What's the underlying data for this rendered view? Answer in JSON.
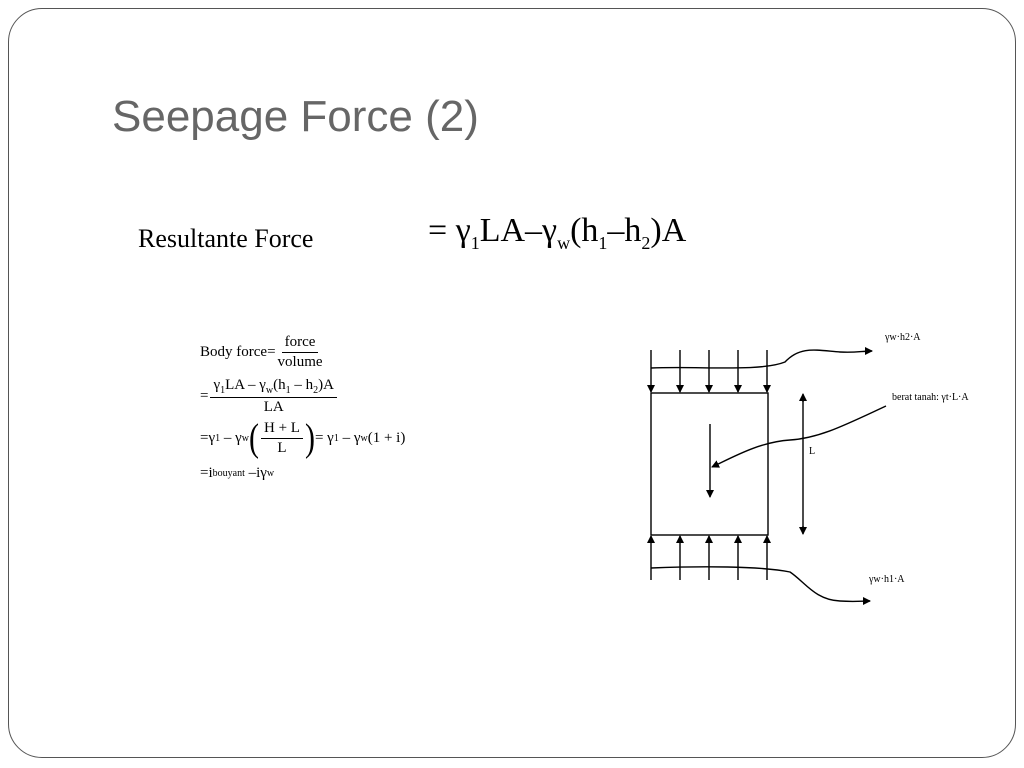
{
  "slide": {
    "title": "Seepage Force (2)",
    "resultant_label": "Resultante Force",
    "main_equation": {
      "eq": "=",
      "gamma": "γ",
      "sub1": "1",
      "la": "LA",
      "minus": "–",
      "sub_w": "w",
      "open": "(",
      "h": "h",
      "close": ")",
      "sub2": "2",
      "a": "A"
    },
    "derivation": {
      "body_force": "Body force",
      "eq": "=",
      "force": "force",
      "volume": "volume",
      "la": "LA",
      "h_plus_l": "H + L",
      "l": "L",
      "one_plus_i": "1 + i",
      "bouyant": "bouyant",
      "i": "i"
    },
    "diagram": {
      "top_label": "γw·h2·A",
      "weight_label": "berat tanah: γt·L·A",
      "length_label": "L",
      "bottom_label": "γw·h1·A"
    }
  }
}
